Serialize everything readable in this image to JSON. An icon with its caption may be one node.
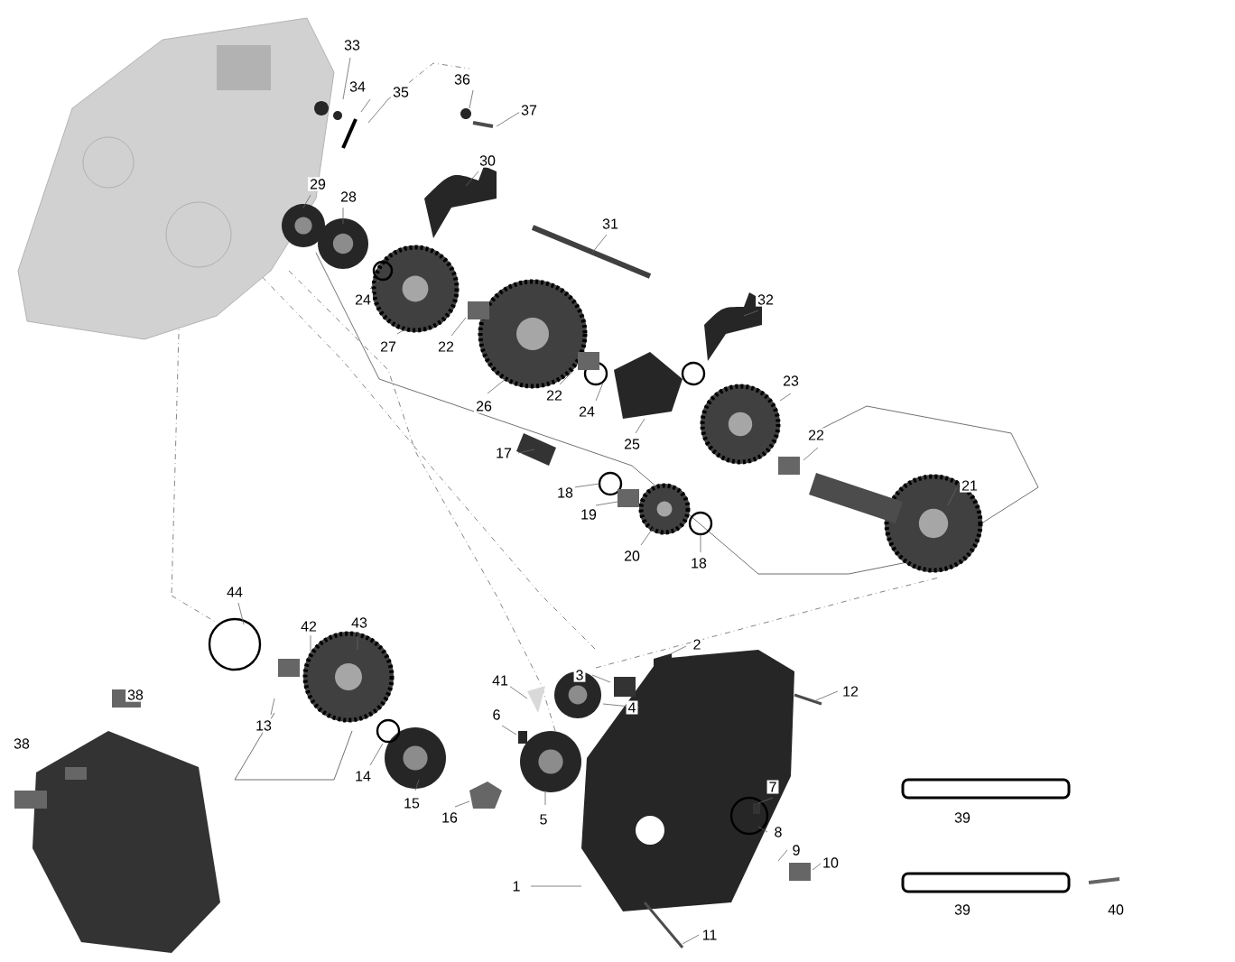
{
  "diagram": {
    "labels": [
      "33",
      "34",
      "35",
      "36",
      "37",
      "30",
      "29",
      "28",
      "31",
      "24",
      "32",
      "27",
      "22",
      "26",
      "22",
      "24",
      "25",
      "23",
      "17",
      "22",
      "18",
      "19",
      "21",
      "20",
      "18",
      "44",
      "42",
      "43",
      "41",
      "3",
      "2",
      "38",
      "4",
      "12",
      "38",
      "13",
      "6",
      "14",
      "15",
      "16",
      "5",
      "7",
      "8",
      "9",
      "10",
      "1",
      "39",
      "39",
      "40",
      "11"
    ]
  }
}
